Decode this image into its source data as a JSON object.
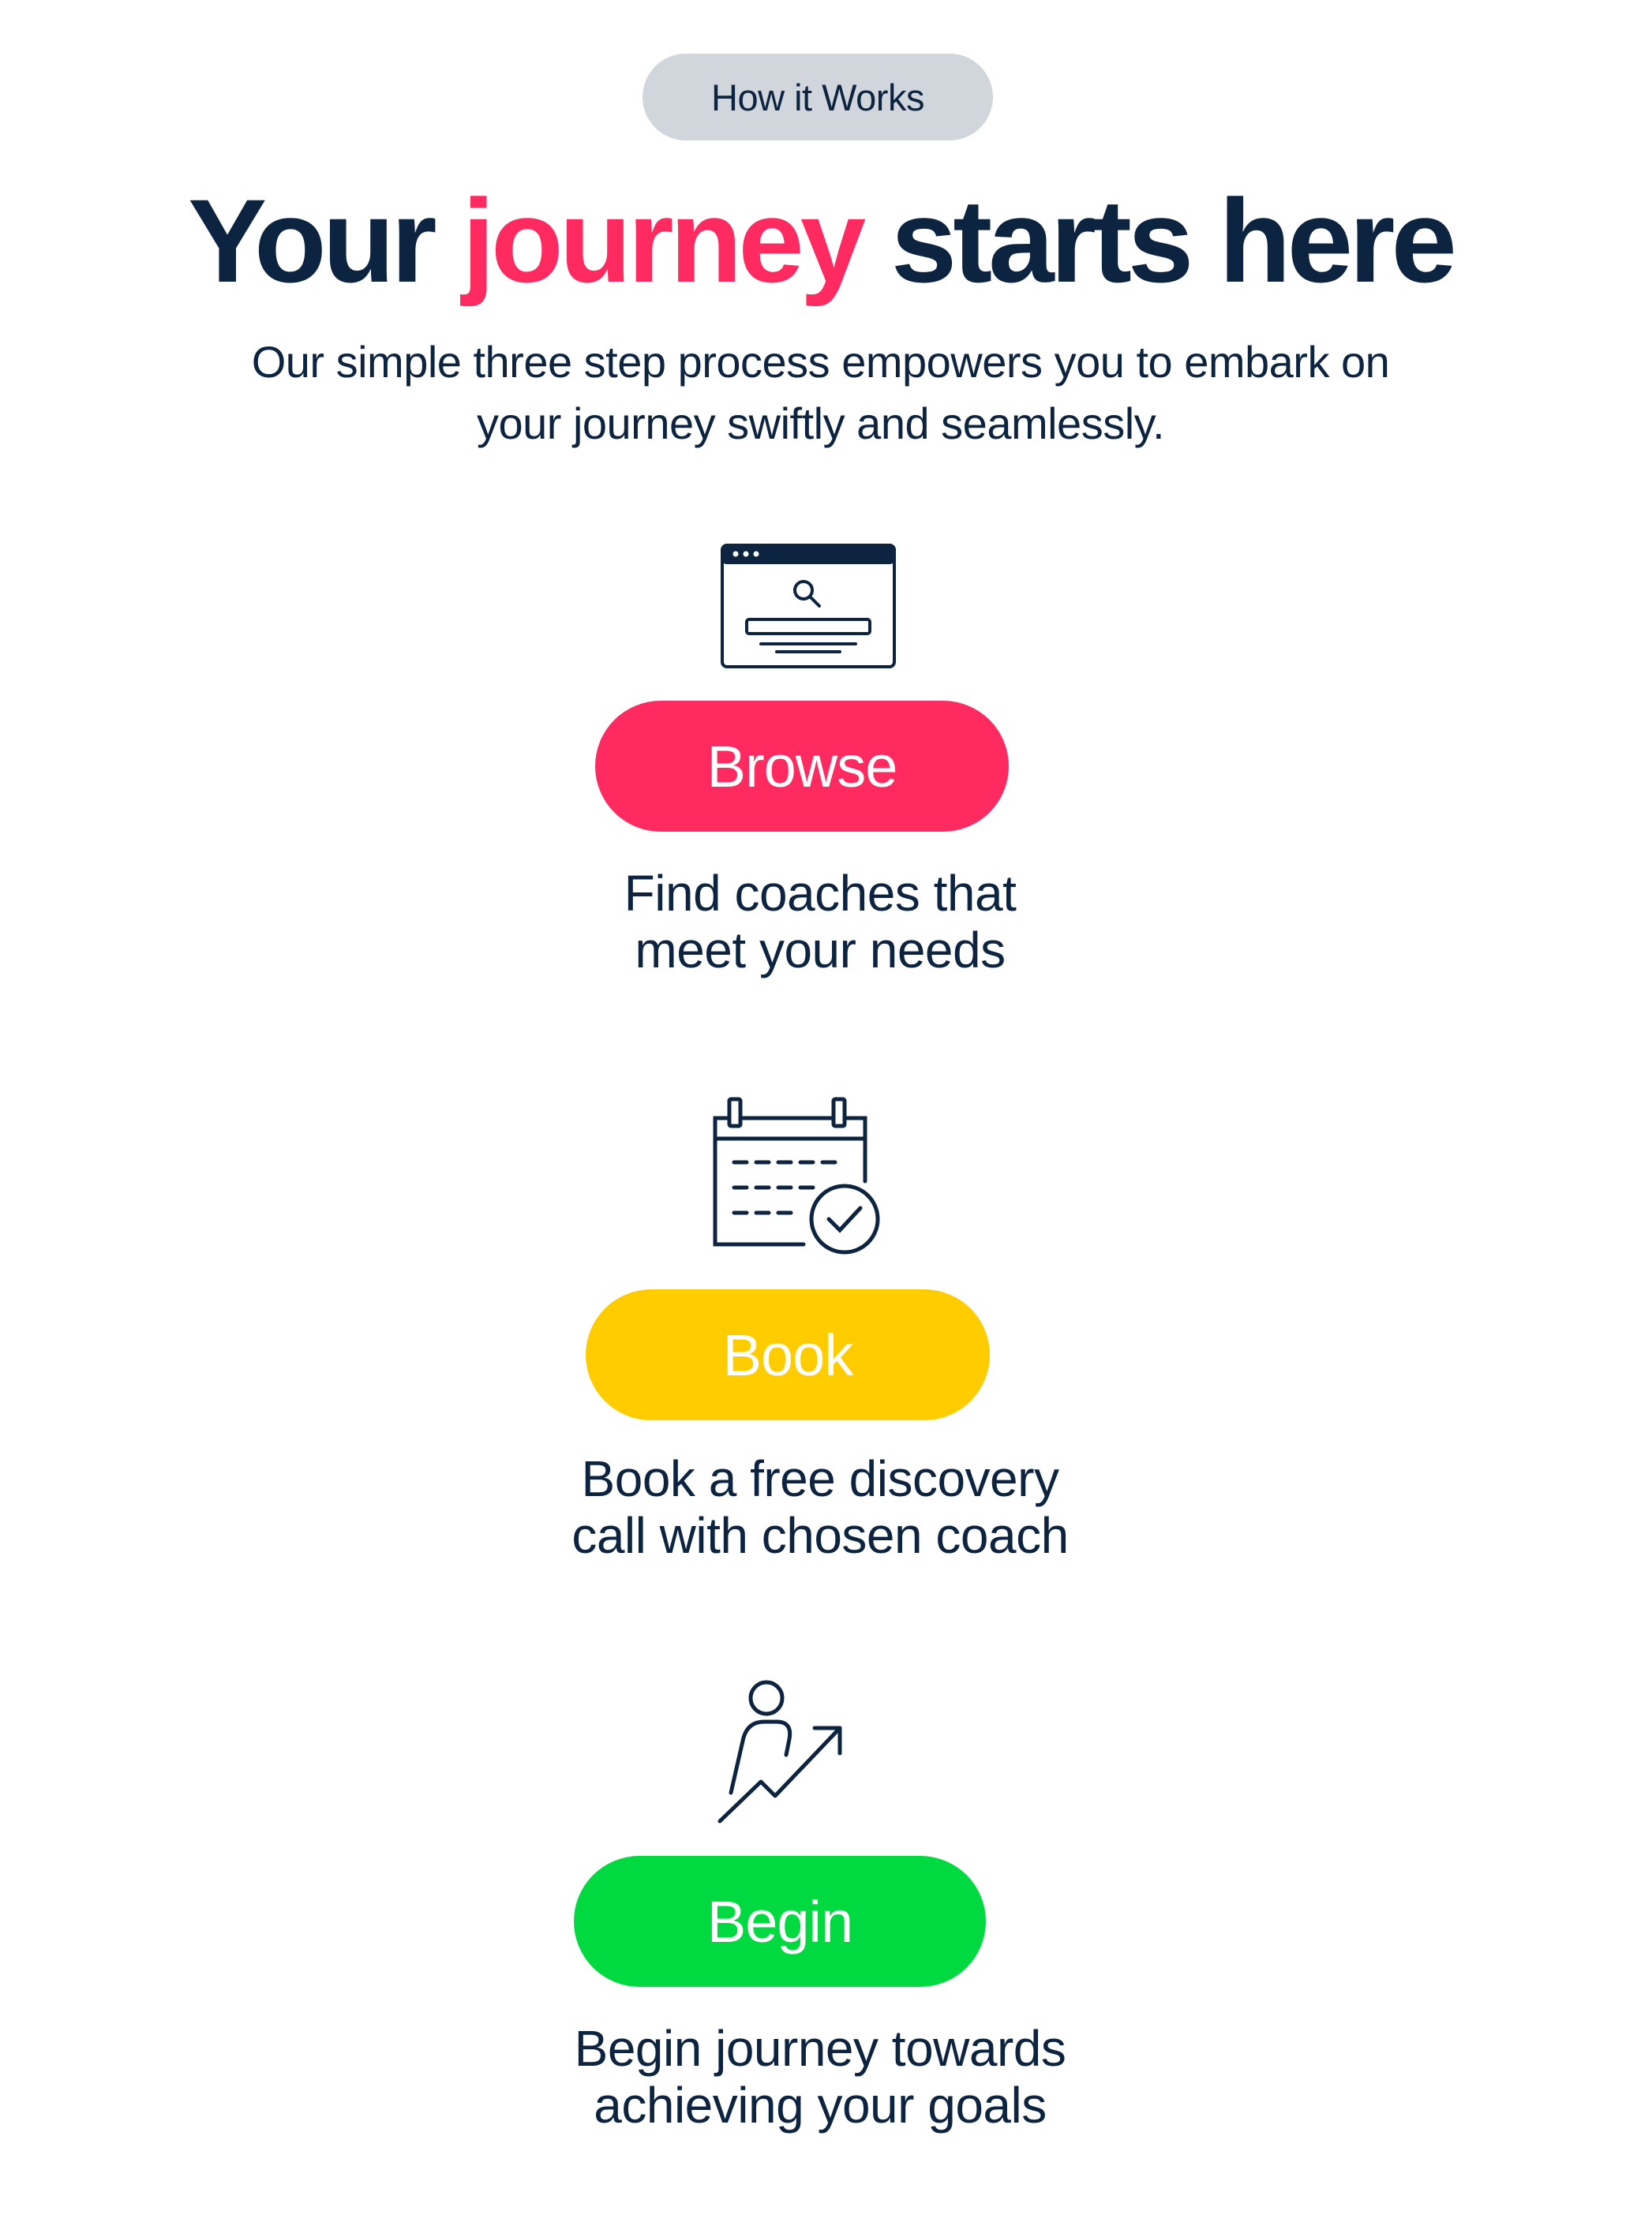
{
  "header": {
    "tag_label": "How it Works",
    "title_start": "Your",
    "title_accent": "journey",
    "title_end": "starts here",
    "subtitle_line1": "Our simple three step process empowers you to embark on",
    "subtitle_line2": "your journey swiftly and seamlessly."
  },
  "colors": {
    "navy": "#0d2440",
    "accent_pink": "#ff2b60",
    "tag_bg": "#d1d6dd",
    "browse": "#ff2b60",
    "book": "#ffcc00",
    "begin": "#00d93f"
  },
  "steps": [
    {
      "icon": "browser-search-icon",
      "button_label": "Browse",
      "description_line1": "Find coaches that",
      "description_line2": "meet your needs"
    },
    {
      "icon": "calendar-check-icon",
      "button_label": "Book",
      "description_line1": "Book a free discovery",
      "description_line2": "call with chosen coach"
    },
    {
      "icon": "person-growth-arrow-icon",
      "button_label": "Begin",
      "description_line1": "Begin journey towards",
      "description_line2": "achieving your goals"
    }
  ]
}
